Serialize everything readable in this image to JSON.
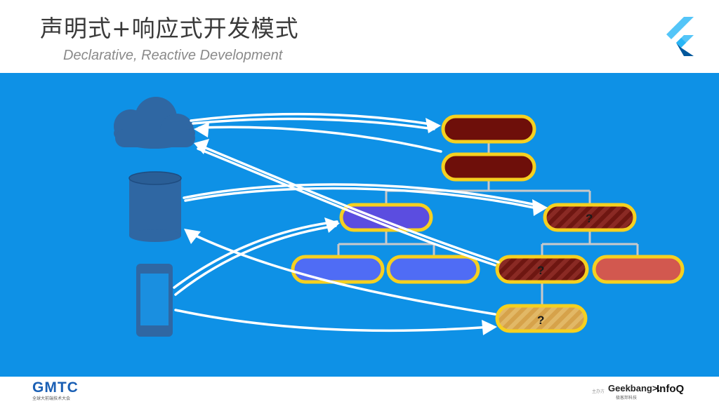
{
  "header": {
    "title": "声明式+响应式开发模式",
    "subtitle": "Declarative, Reactive Development",
    "logo_icon": "flutter-logo"
  },
  "diagram": {
    "question_mark": "?",
    "colors": {
      "background": "#0e91e6",
      "node_border": "#f5d020",
      "dark_red": "#6e0f0a",
      "purple": "#5b4de0",
      "blue": "#4f6cf5",
      "striped_red": "#7a1e1a",
      "light_red": "#d2584f",
      "striped_yellow": "#d9a94e",
      "connector": "#c9c9c9",
      "icon_fill": "#2f67a3"
    },
    "icons": [
      "cloud-icon",
      "database-icon",
      "phone-icon"
    ]
  },
  "footer": {
    "brand": "GMTC",
    "brand_sub": "全球大前端技术大会",
    "sponsor_label": "主办方",
    "geekbang": "Geekbang>.",
    "geekbang_sub": "极客邦科技",
    "infoq": "InfoQ"
  }
}
